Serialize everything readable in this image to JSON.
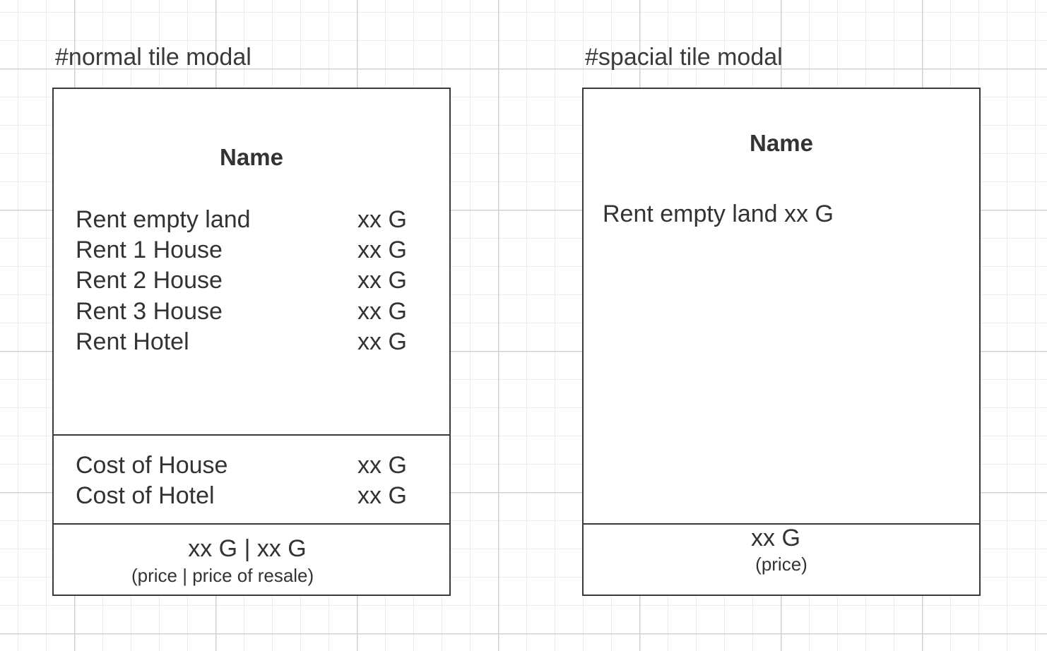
{
  "normal_modal": {
    "frame_label": "#normal tile modal",
    "name": "Name",
    "rent_rows": [
      {
        "label": "Rent empty land",
        "value": "xx G"
      },
      {
        "label": "Rent 1 House",
        "value": "xx G"
      },
      {
        "label": "Rent 2 House",
        "value": "xx G"
      },
      {
        "label": "Rent 3 House",
        "value": "xx G"
      },
      {
        "label": "Rent Hotel",
        "value": "xx G"
      }
    ],
    "cost_rows": [
      {
        "label": "Cost of House",
        "value": "xx G"
      },
      {
        "label": "Cost of Hotel",
        "value": "xx G"
      }
    ],
    "price": "xx G | xx G",
    "price_note": "(price | price of resale)"
  },
  "special_modal": {
    "frame_label": "#spacial tile modal",
    "name": "Name",
    "rent_line": "Rent empty land xx G",
    "price": "xx G",
    "price_note": "(price)"
  }
}
